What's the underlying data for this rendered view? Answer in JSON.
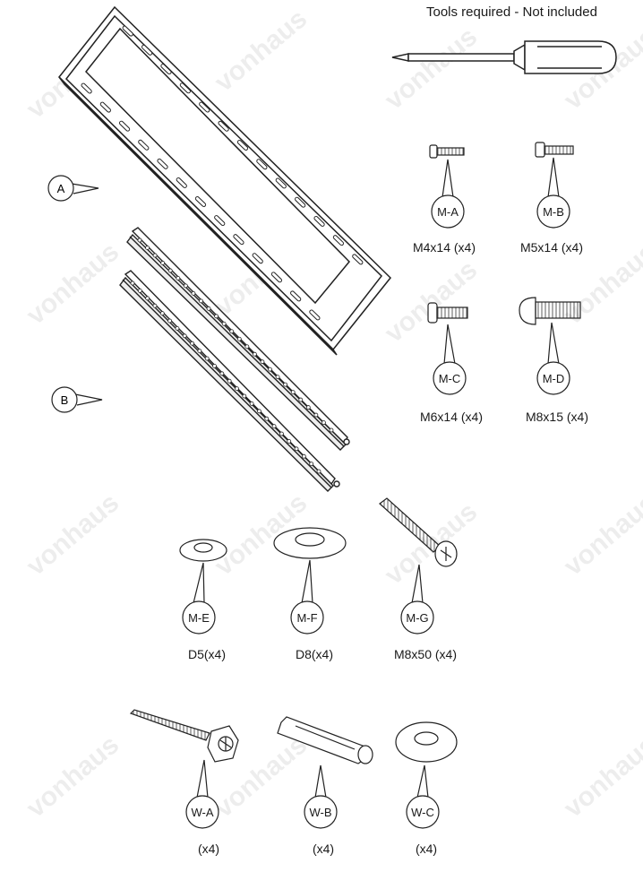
{
  "header": {
    "tools_note": "Tools required - Not included"
  },
  "watermark": "vonhaus",
  "parts": {
    "A": {
      "callout": "A"
    },
    "B": {
      "callout": "B"
    }
  },
  "hardware": {
    "MA": {
      "callout": "M-A",
      "spec": "M4x14 (x4)"
    },
    "MB": {
      "callout": "M-B",
      "spec": "M5x14 (x4)"
    },
    "MC": {
      "callout": "M-C",
      "spec": "M6x14 (x4)"
    },
    "MD": {
      "callout": "M-D",
      "spec": "M8x15 (x4)"
    },
    "ME": {
      "callout": "M-E",
      "spec": "D5(x4)"
    },
    "MF": {
      "callout": "M-F",
      "spec": "D8(x4)"
    },
    "MG": {
      "callout": "M-G",
      "spec": "M8x50 (x4)"
    },
    "WA": {
      "callout": "W-A",
      "spec": "(x4)"
    },
    "WB": {
      "callout": "W-B",
      "spec": "(x4)"
    },
    "WC": {
      "callout": "W-C",
      "spec": "(x4)"
    }
  }
}
